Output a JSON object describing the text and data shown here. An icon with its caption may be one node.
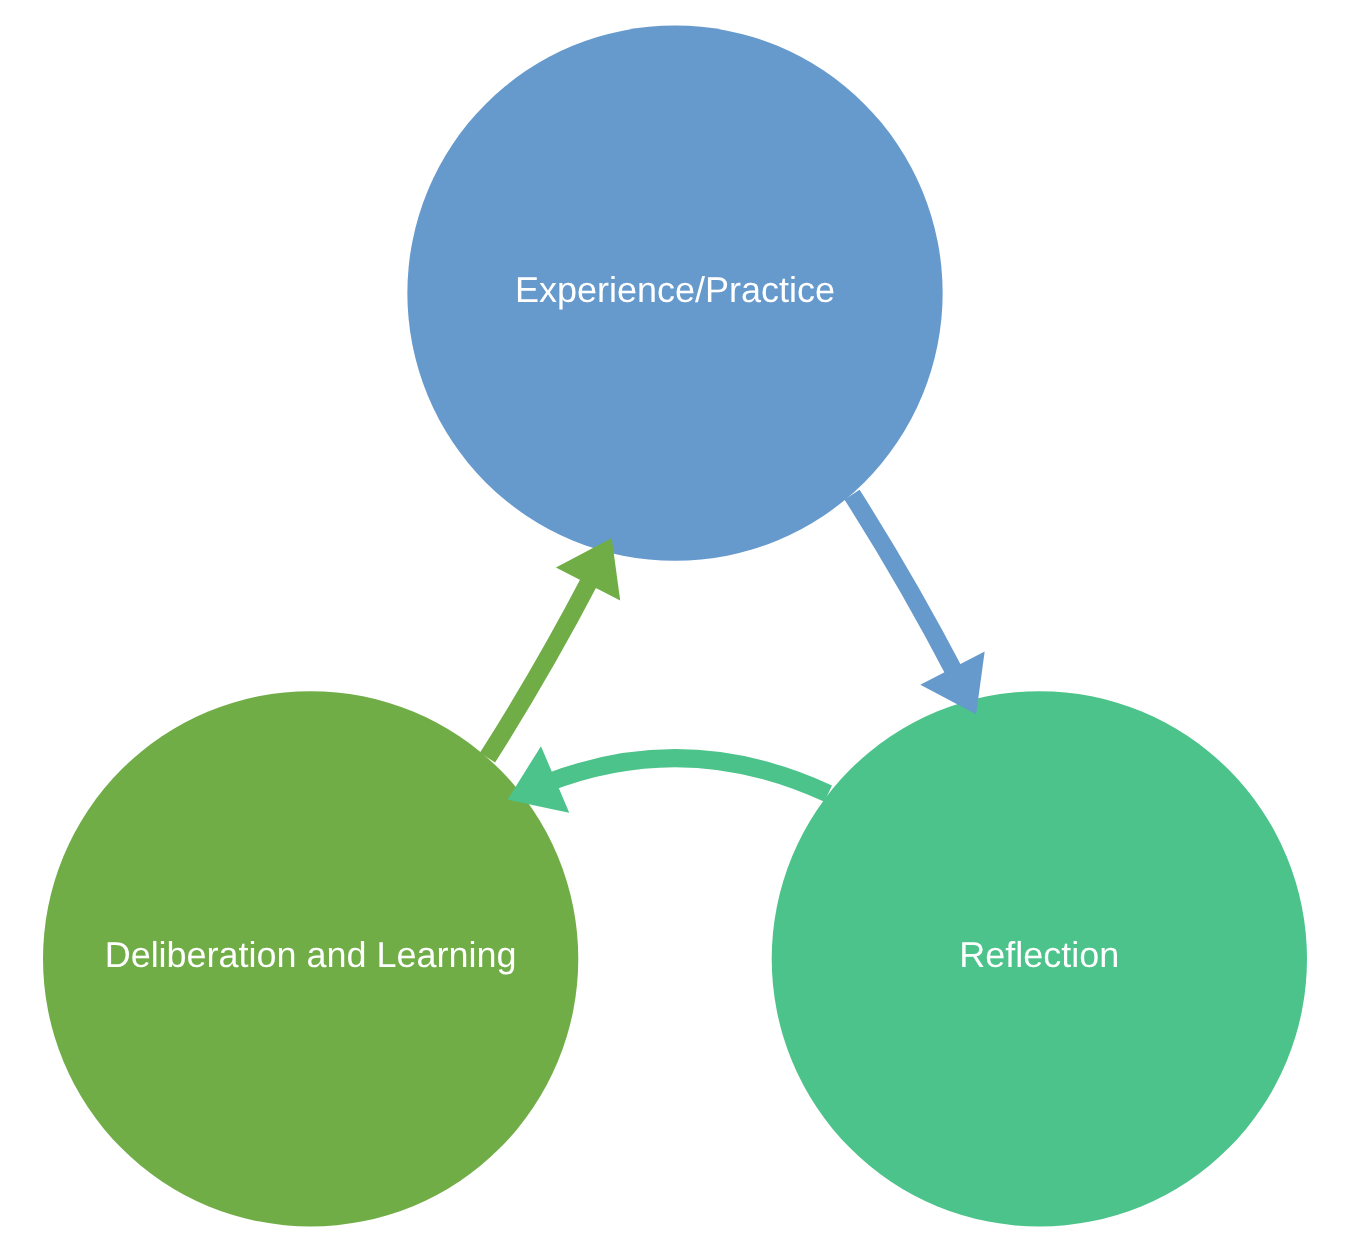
{
  "diagram": {
    "nodes": [
      {
        "text": [
          "Experience/Practice"
        ]
      },
      {
        "text": [
          "Deliberation and Learning"
        ]
      },
      {
        "text": [
          "Reflection"
        ]
      }
    ],
    "edges": [
      {
        "from": 0,
        "to": 2,
        "arrow": "to",
        "color": "#6699cc"
      },
      {
        "from": 2,
        "to": 1,
        "arrow": "to",
        "color": "#4cc38a"
      },
      {
        "from": 1,
        "to": 0,
        "arrow": "to",
        "color": "#70ad47"
      }
    ]
  }
}
